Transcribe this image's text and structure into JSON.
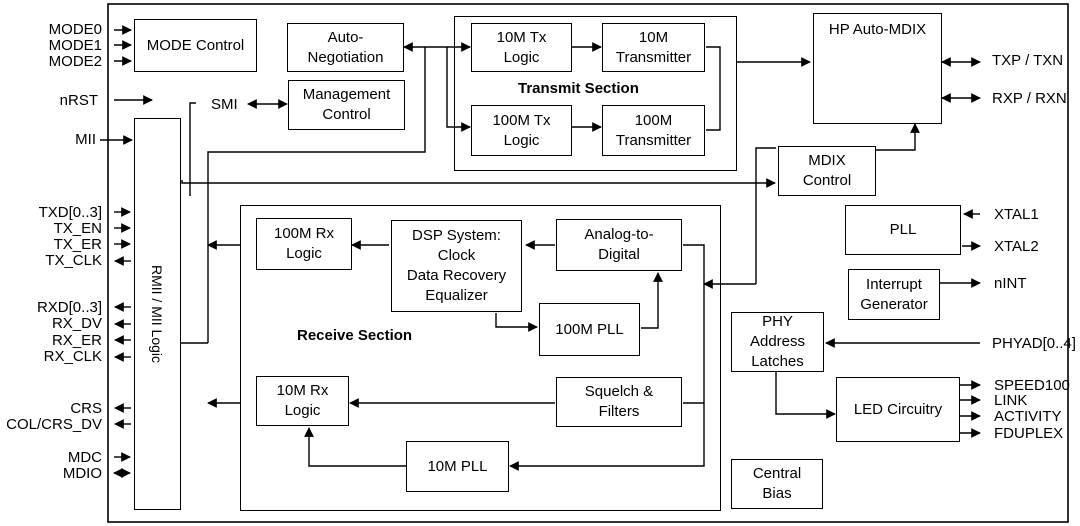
{
  "blocks": {
    "mode_control": "MODE Control",
    "auto_negotiation": "Auto-\nNegotiation",
    "tx_10m_logic": "10M Tx\nLogic",
    "tx_10m_transmitter": "10M\nTransmitter",
    "tx_100m_logic": "100M Tx\nLogic",
    "tx_100m_transmitter": "100M\nTransmitter",
    "transmit_section": "Transmit  Section",
    "hp_auto_mdix": "HP Auto-MDIX",
    "management_control": "Management\nControl",
    "smi": "SMI",
    "mdix_control": "MDIX\nControl",
    "rmii_logic": "RMII / MII Logic",
    "rx_100m_logic": "100M Rx\nLogic",
    "dsp_system": "DSP System:\nClock\nData Recovery\nEqualizer",
    "analog_to_digital": "Analog-to-\nDigital",
    "pll_100m": "100M PLL",
    "receive_section": "Receive  Section",
    "rx_10m_logic": "10M Rx\nLogic",
    "squelch_filters": "Squelch &\nFilters",
    "pll_10m": "10M PLL",
    "pll": "PLL",
    "interrupt_generator": "Interrupt\nGenerator",
    "phy_address_latches": "PHY\nAddress\nLatches",
    "led_circuitry": "LED Circuitry",
    "central_bias": "Central\nBias"
  },
  "left_signals": {
    "mode0": "MODE0",
    "mode1": "MODE1",
    "mode2": "MODE2",
    "nrst": "nRST",
    "mii": "MII",
    "txd": "TXD[0..3]",
    "tx_en": "TX_EN",
    "tx_er": "TX_ER",
    "tx_clk": "TX_CLK",
    "rxd": "RXD[0..3]",
    "rx_dv": "RX_DV",
    "rx_er": "RX_ER",
    "rx_clk": "RX_CLK",
    "crs": "CRS",
    "col_crs_dv": "COL/CRS_DV",
    "mdc": "MDC",
    "mdio": "MDIO"
  },
  "right_signals": {
    "txp_txn": "TXP / TXN",
    "rxp_rxn": "RXP / RXN",
    "xtal1": "XTAL1",
    "xtal2": "XTAL2",
    "nint": "nINT",
    "phyad": "PHYAD[0..4]",
    "speed100": "SPEED100",
    "link": "LINK",
    "activity": "ACTIVITY",
    "fduplex": "FDUPLEX"
  },
  "colors": {
    "line": "#000000",
    "mdix_green": "#1a8a2a",
    "mdix_blue": "#1f3fd6"
  }
}
